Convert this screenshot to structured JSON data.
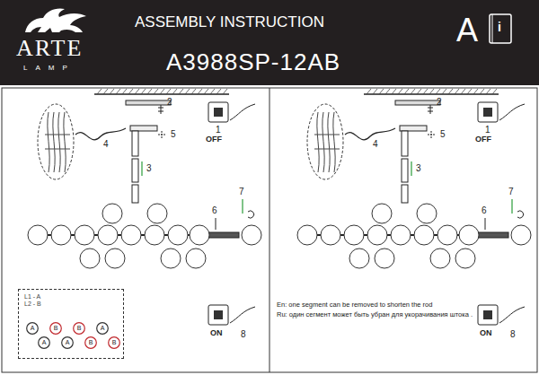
{
  "diagram": {
    "title": "ASSEMBLY INSTRUCTION",
    "nodes": [
      {
        "text": [
          "L1 - A",
          "L2 - B"
        ]
      },
      {
        "text": [
          "A"
        ],
        "in": 0
      },
      {
        "text": [
          "A"
        ],
        "in": 0
      },
      {
        "text": [
          "B"
        ],
        "in": 0
      },
      {
        "text": [
          "A"
        ],
        "in": 0
      },
      {
        "text": [
          "B"
        ],
        "in": 0
      },
      {
        "text": [
          "B"
        ],
        "in": 0
      },
      {
        "text": [
          "A"
        ],
        "in": 0
      },
      {
        "text": [
          "B"
        ],
        "in": 0
      }
    ],
    "labels": [
      "ARTE",
      "LAMP",
      "A3988SP-12AB",
      "A",
      "i",
      "2",
      "5",
      "4",
      "1",
      "OFF",
      "3",
      "7",
      "6",
      "8",
      "ON",
      "2",
      "5",
      "4",
      "1",
      "OFF",
      "3",
      "7",
      "6",
      "8",
      "ON",
      "En: one segment can be removed to shorten the rod",
      "Ru: один сегмент может быть убран для укорачивания штока ."
    ]
  }
}
